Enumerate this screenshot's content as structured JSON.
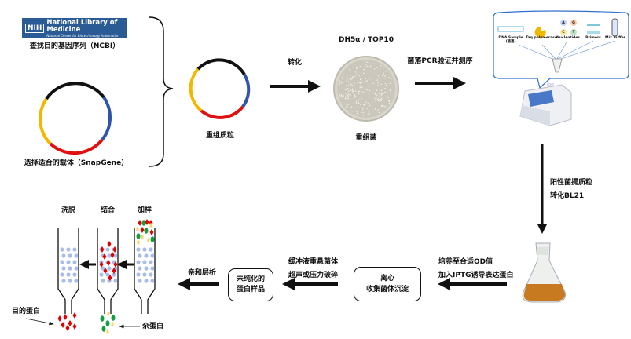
{
  "logo": {
    "badge": "NIH",
    "main": "National Library of Medicine",
    "sub": "National Center for Biotechnology Information"
  },
  "labels": {
    "ncbi": "查找目的基因序列（NCBI）",
    "vector": "选择适合的载体（SnapGene）",
    "recombinant_plasmid": "重组质粒",
    "transform": "转化",
    "strain": "DH5α / TOP10",
    "recombinant_bacteria": "重组菌",
    "colony_pcr": "菌落PCR验证并测序",
    "extract_plasmid": "阳性菌提质粒",
    "transform_bl21": "转化BL21",
    "culture_od": "培养至合适OD值",
    "iptg": "加入IPTG诱导表达蛋白",
    "resuspend": "缓冲液重悬菌体",
    "lysis": "超声或压力破碎",
    "affinity": "亲和层析",
    "elution": "洗脱",
    "binding": "结合",
    "loading": "加样",
    "target_protein": "目的蛋白",
    "impurity": "杂蛋白"
  },
  "boxes": {
    "centrifuge": [
      "离心",
      "收集菌体沉淀"
    ],
    "crude": [
      "未纯化的",
      "蛋白样品"
    ]
  },
  "pcr": {
    "items": [
      "DNA Sample",
      "(菌落)",
      "Taq polymerase",
      "Nucleotides",
      "Primers",
      "Mix Buffer"
    ],
    "bases": [
      "A",
      "G",
      "C",
      "T"
    ]
  },
  "colors": {
    "plasmid_black": "#111111",
    "plasmid_blue": "#2f54a8",
    "plasmid_red": "#e01010",
    "plasmid_yellow": "#f2b800",
    "bead": "#a9bde8",
    "target": "#e00000",
    "green": "#11a040",
    "yellow_protein": "#f7d56a",
    "nih_blue": "#2a5b94"
  }
}
